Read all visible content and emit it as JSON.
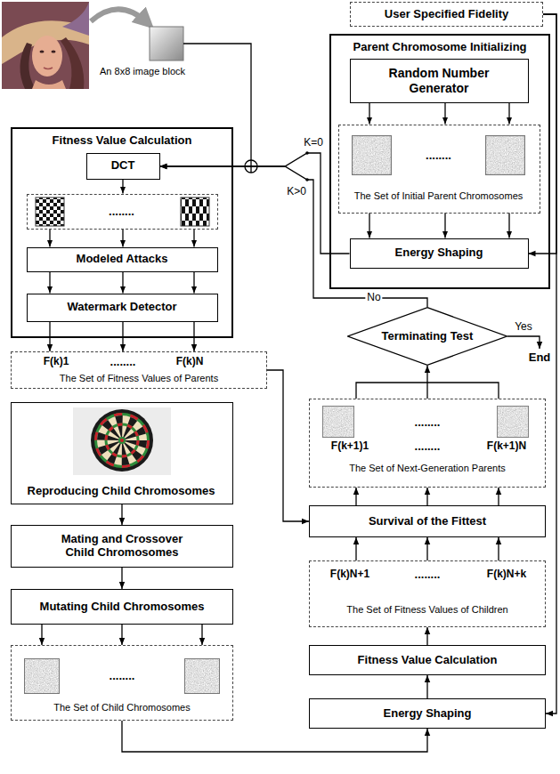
{
  "diagram": {
    "nodes": [
      {
        "text": [
          "User Specified Fidelity"
        ]
      },
      {
        "text": [
          "Parent Chromosome Initializing"
        ]
      },
      {
        "text": [
          "Random Number Generator"
        ],
        "in": 1
      },
      {
        "text": [
          "........",
          "The Set of Initial Parent Chromosomes"
        ],
        "in": 1
      },
      {
        "text": [
          "Energy Shaping"
        ],
        "in": 1
      },
      {
        "text": [
          "Fitness Value Calculation"
        ]
      },
      {
        "text": [
          "DCT"
        ],
        "in": 5
      },
      {
        "text": [
          "........"
        ],
        "in": 5
      },
      {
        "text": [
          "Modeled Attacks"
        ],
        "in": 5
      },
      {
        "text": [
          "Watermark Detector"
        ],
        "in": 5
      },
      {
        "text": [
          "F(k)1",
          "........",
          "F(k)N",
          "The Set of Fitness Values of Parents"
        ]
      },
      {
        "text": [
          "Terminating Test"
        ]
      },
      {
        "text": [
          "........",
          "F(k+1)1",
          "........",
          "F(k+1)N",
          "The Set of Next-Generation Parents"
        ]
      },
      {
        "text": [
          "Reproducing Child Chromosomes"
        ]
      },
      {
        "text": [
          "Survival of the Fittest"
        ]
      },
      {
        "text": [
          "Mating and Crossover Child Chromosomes"
        ]
      },
      {
        "text": [
          "F(k)N+1",
          "........",
          "F(k)N+k",
          "The Set of Fitness Values of Children"
        ]
      },
      {
        "text": [
          "Mutating Child Chromosomes"
        ]
      },
      {
        "text": [
          "Fitness Value Calculation"
        ]
      },
      {
        "text": [
          "........",
          "The Set of Child Chromosomes"
        ]
      },
      {
        "text": [
          "Energy Shaping"
        ]
      }
    ],
    "edges": [
      {
        "from": 0,
        "to": 4,
        "arrow": "to"
      },
      {
        "from": 0,
        "to": 20,
        "arrow": "to"
      },
      {
        "from": 2,
        "to": 3,
        "arrow": "to"
      },
      {
        "from": 2,
        "to": 3,
        "arrow": "to"
      },
      {
        "from": 2,
        "to": 3,
        "arrow": "to"
      },
      {
        "from": 3,
        "to": 4,
        "arrow": "to"
      },
      {
        "from": 3,
        "to": 4,
        "arrow": "to"
      },
      {
        "from": 3,
        "to": 4,
        "arrow": "to"
      },
      {
        "from": 4,
        "to": 6,
        "label": "K=0",
        "arrow": "to"
      },
      {
        "from": 11,
        "to": 6,
        "label": "No",
        "arrow": "to"
      },
      {
        "from": 6,
        "to": 7,
        "arrow": "to"
      },
      {
        "from": 7,
        "to": 8,
        "arrow": "to"
      },
      {
        "from": 7,
        "to": 8,
        "arrow": "to"
      },
      {
        "from": 7,
        "to": 8,
        "arrow": "to"
      },
      {
        "from": 8,
        "to": 9,
        "arrow": "to"
      },
      {
        "from": 8,
        "to": 9,
        "arrow": "to"
      },
      {
        "from": 8,
        "to": 9,
        "arrow": "to"
      },
      {
        "from": 9,
        "to": 10,
        "arrow": "to"
      },
      {
        "from": 9,
        "to": 10,
        "arrow": "to"
      },
      {
        "from": 9,
        "to": 10,
        "arrow": "to"
      },
      {
        "from": 10,
        "to": 14,
        "arrow": "to"
      },
      {
        "from": 13,
        "to": 15,
        "arrow": "to"
      },
      {
        "from": 15,
        "to": 17,
        "arrow": "to"
      },
      {
        "from": 17,
        "to": 19,
        "arrow": "to"
      },
      {
        "from": 17,
        "to": 19,
        "arrow": "to"
      },
      {
        "from": 17,
        "to": 19,
        "arrow": "to"
      },
      {
        "from": 19,
        "to": 20,
        "arrow": "to"
      },
      {
        "from": 20,
        "to": 18,
        "arrow": "to"
      },
      {
        "from": 18,
        "to": 16,
        "arrow": "to"
      },
      {
        "from": 16,
        "to": 14,
        "arrow": "to"
      },
      {
        "from": 16,
        "to": 14,
        "arrow": "to"
      },
      {
        "from": 16,
        "to": 14,
        "arrow": "to"
      },
      {
        "from": 14,
        "to": 12,
        "arrow": "to"
      },
      {
        "from": 14,
        "to": 12,
        "arrow": "to"
      },
      {
        "from": 14,
        "to": 12,
        "arrow": "to"
      },
      {
        "from": 12,
        "to": 11,
        "arrow": "to"
      }
    ],
    "labels": [
      "An 8x8 image block",
      "K>0",
      "Yes",
      "End"
    ]
  }
}
